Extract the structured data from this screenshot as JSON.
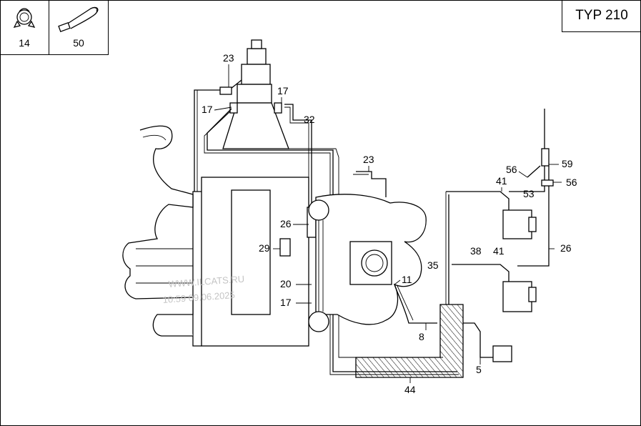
{
  "legend": [
    {
      "icon": "hose-clamp-icon",
      "number": "14"
    },
    {
      "icon": "cable-tie-icon",
      "number": "50"
    }
  ],
  "type_label": "TYP 210",
  "watermark": {
    "line1": "WWW.ILCATS.RU",
    "line2": "10:59 09.06.2025"
  },
  "callouts": [
    "23",
    "17",
    "17",
    "32",
    "23",
    "59",
    "56",
    "56",
    "41",
    "53",
    "26",
    "29",
    "38",
    "41",
    "26",
    "35",
    "20",
    "11",
    "17",
    "8",
    "5",
    "44"
  ],
  "colors": {
    "line": "#000000",
    "background": "#ffffff",
    "watermark": "#c4c4c4"
  }
}
